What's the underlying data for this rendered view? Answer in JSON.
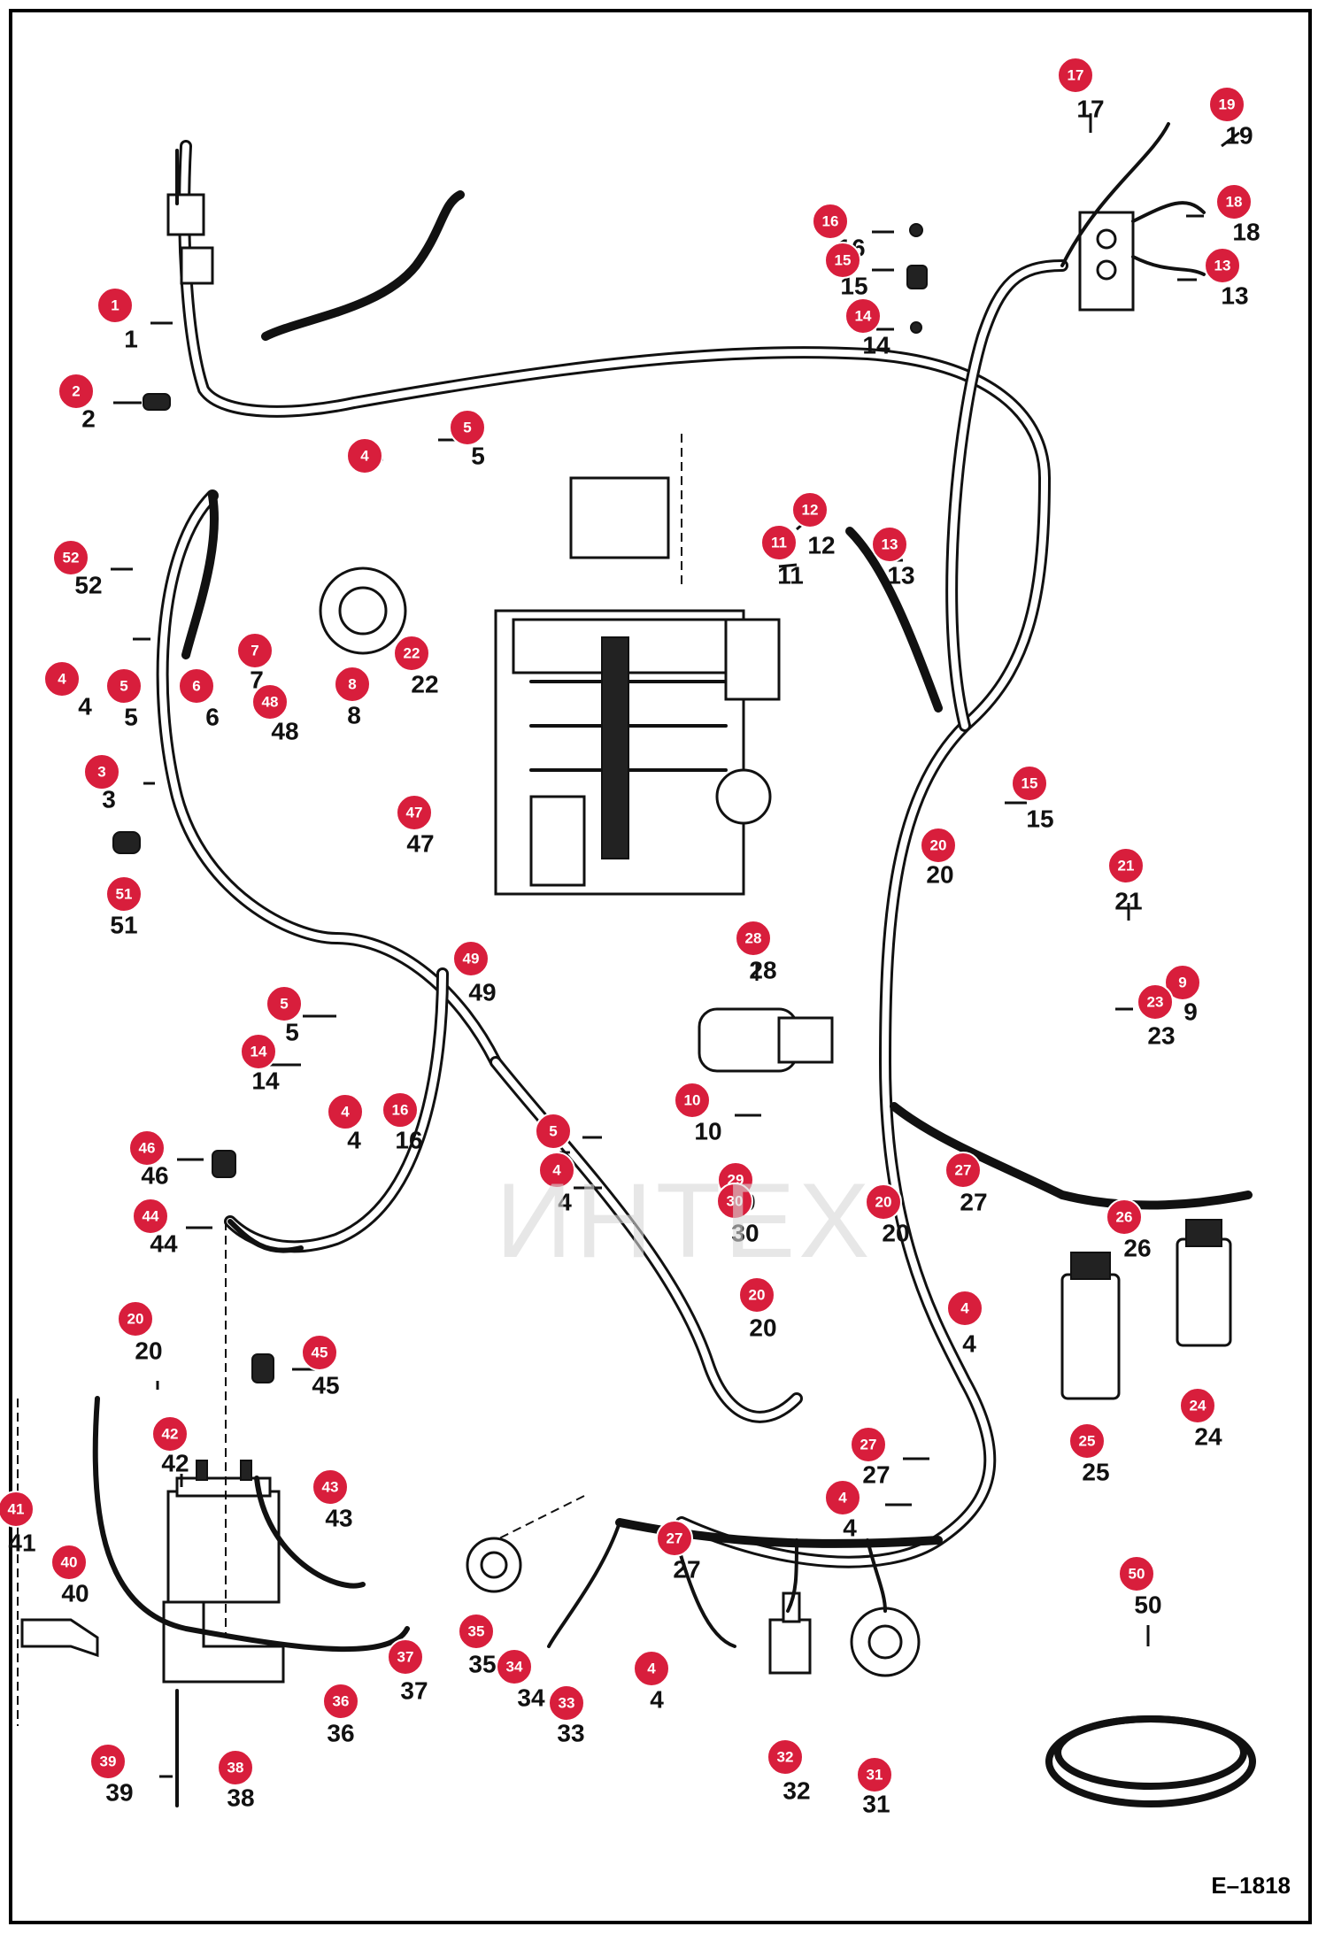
{
  "drawing_code": "E–1818",
  "watermark_text": "ИНТЕХ",
  "callout_color": "#d81e3c",
  "callouts": [
    {
      "n": "17",
      "label": "17"
    },
    {
      "n": "19",
      "label": "19"
    },
    {
      "n": "18",
      "label": "18"
    },
    {
      "n": "13",
      "label": "13"
    },
    {
      "n": "16",
      "label": "16"
    },
    {
      "n": "15",
      "label": "15"
    },
    {
      "n": "14",
      "label": "14"
    },
    {
      "n": "1",
      "label": "1"
    },
    {
      "n": "2",
      "label": "2"
    },
    {
      "n": "4",
      "label": "4"
    },
    {
      "n": "5",
      "label": "5"
    },
    {
      "n": "12",
      "label": "12"
    },
    {
      "n": "11",
      "label": "11"
    },
    {
      "n": "13",
      "label": "13"
    },
    {
      "n": "52",
      "label": "52"
    },
    {
      "n": "4",
      "label": "4"
    },
    {
      "n": "5",
      "label": "5"
    },
    {
      "n": "6",
      "label": "6"
    },
    {
      "n": "7",
      "label": "7"
    },
    {
      "n": "8",
      "label": "8"
    },
    {
      "n": "22",
      "label": "22"
    },
    {
      "n": "48",
      "label": "48"
    },
    {
      "n": "3",
      "label": "3"
    },
    {
      "n": "47",
      "label": "47"
    },
    {
      "n": "51",
      "label": "51"
    },
    {
      "n": "15",
      "label": "15"
    },
    {
      "n": "20",
      "label": "20"
    },
    {
      "n": "21",
      "label": "21"
    },
    {
      "n": "9",
      "label": "9"
    },
    {
      "n": "23",
      "label": "23"
    },
    {
      "n": "28",
      "label": "28"
    },
    {
      "n": "49",
      "label": "49"
    },
    {
      "n": "5",
      "label": "5"
    },
    {
      "n": "14",
      "label": "14"
    },
    {
      "n": "4",
      "label": "4"
    },
    {
      "n": "16",
      "label": "16"
    },
    {
      "n": "10",
      "label": "10"
    },
    {
      "n": "5",
      "label": "5"
    },
    {
      "n": "4",
      "label": "4"
    },
    {
      "n": "46",
      "label": "46"
    },
    {
      "n": "29",
      "label": "29"
    },
    {
      "n": "30",
      "label": "30"
    },
    {
      "n": "27",
      "label": "27"
    },
    {
      "n": "20",
      "label": "20"
    },
    {
      "n": "26",
      "label": "26"
    },
    {
      "n": "44",
      "label": "44"
    },
    {
      "n": "20",
      "label": "20"
    },
    {
      "n": "4",
      "label": "4"
    },
    {
      "n": "20",
      "label": "20"
    },
    {
      "n": "45",
      "label": "45"
    },
    {
      "n": "42",
      "label": "42"
    },
    {
      "n": "43",
      "label": "43"
    },
    {
      "n": "25",
      "label": "25"
    },
    {
      "n": "24",
      "label": "24"
    },
    {
      "n": "27",
      "label": "27"
    },
    {
      "n": "4",
      "label": "4"
    },
    {
      "n": "41",
      "label": "41"
    },
    {
      "n": "40",
      "label": "40"
    },
    {
      "n": "27",
      "label": "27"
    },
    {
      "n": "50",
      "label": "50"
    },
    {
      "n": "37",
      "label": "37"
    },
    {
      "n": "35",
      "label": "35"
    },
    {
      "n": "34",
      "label": "34"
    },
    {
      "n": "4",
      "label": "4"
    },
    {
      "n": "33",
      "label": "33"
    },
    {
      "n": "36",
      "label": "36"
    },
    {
      "n": "39",
      "label": "39"
    },
    {
      "n": "38",
      "label": "38"
    },
    {
      "n": "32",
      "label": "32"
    },
    {
      "n": "31",
      "label": "31"
    }
  ]
}
